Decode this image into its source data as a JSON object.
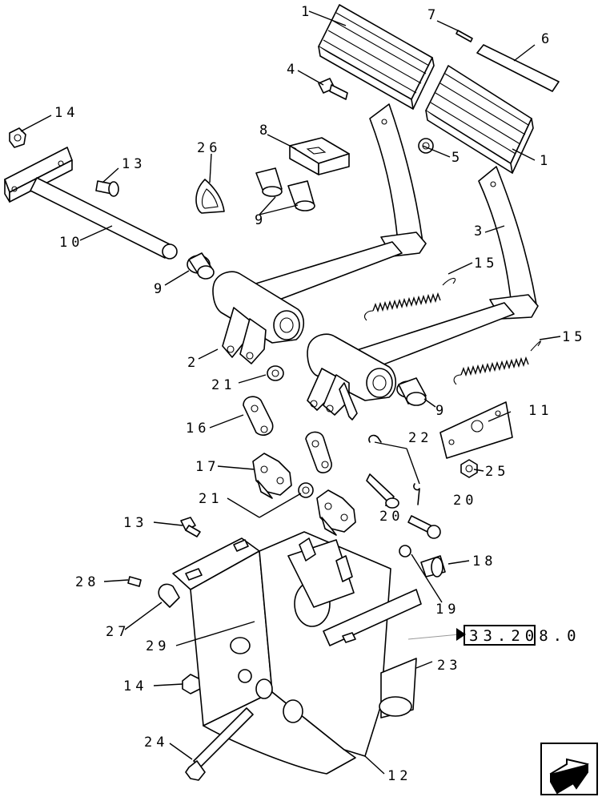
{
  "callouts": {
    "c1a": "1",
    "c1b": "1",
    "c2": "2",
    "c3": "3",
    "c4": "4",
    "c5": "5",
    "c6": "6",
    "c7": "7",
    "c8": "8",
    "c9a": "9",
    "c9b": "9",
    "c9c": "9",
    "c10": "10",
    "c11": "11",
    "c12": "12",
    "c13a": "13",
    "c13b": "13",
    "c14a": "14",
    "c14b": "14",
    "c15a": "15",
    "c15b": "15",
    "c16": "16",
    "c17": "17",
    "c18": "18",
    "c19": "19",
    "c20a": "20",
    "c20b": "20",
    "c21a": "21",
    "c21b": "21",
    "c22": "22",
    "c23": "23",
    "c24": "24",
    "c25": "25",
    "c26": "26",
    "c27": "27",
    "c28": "28",
    "c29": "29"
  },
  "reference": {
    "label": "33.208.0"
  },
  "icons": {
    "nav": "next-page-arrow-icon"
  }
}
